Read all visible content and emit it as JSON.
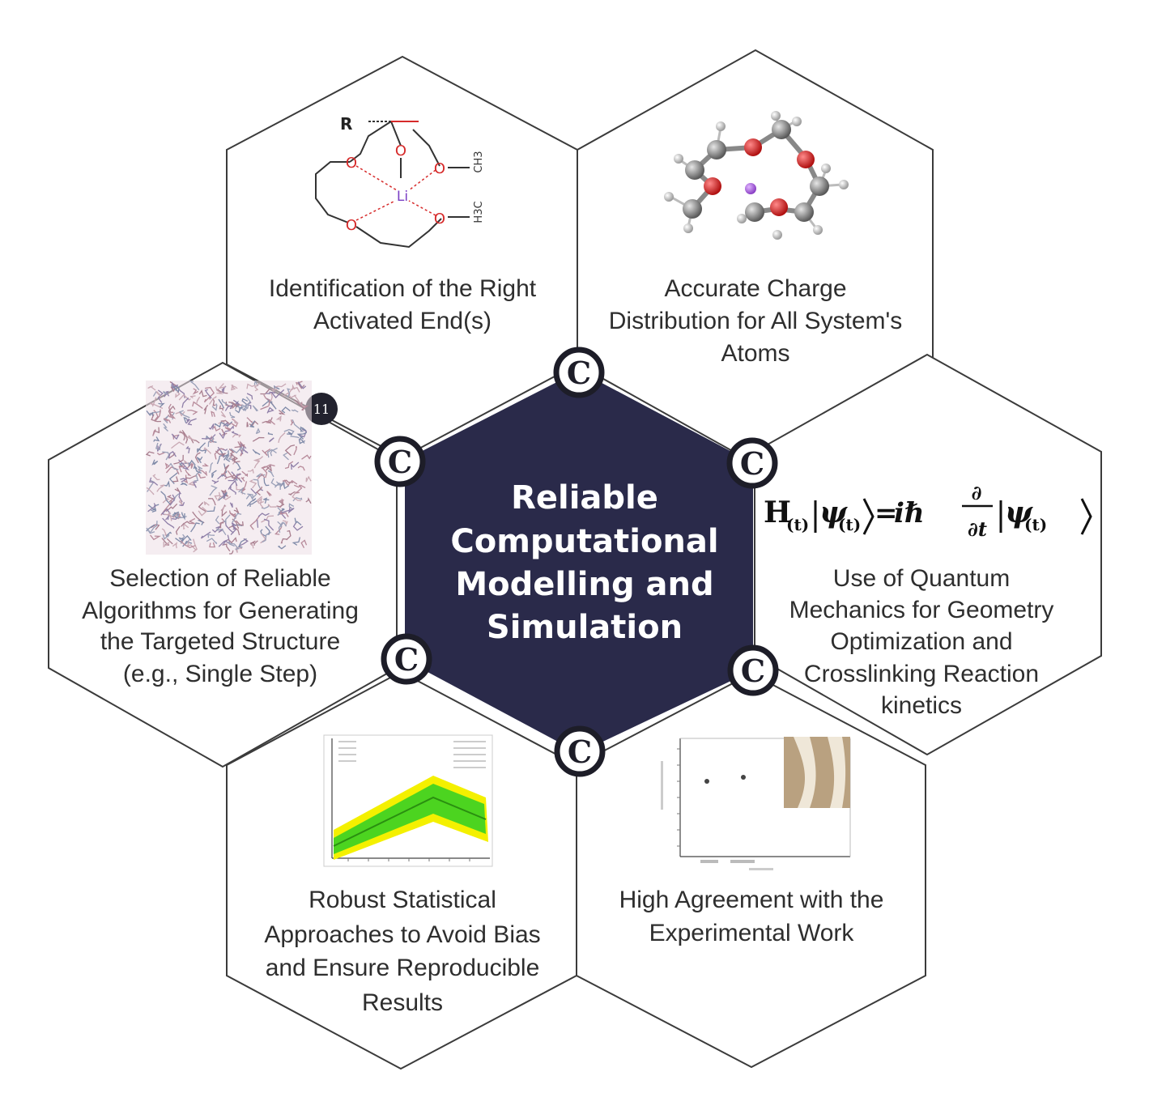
{
  "center": {
    "lines": [
      "Reliable",
      "Computational",
      "Modelling and",
      "Simulation"
    ],
    "fill_color": "#2a2a4a"
  },
  "connector_letter": "C",
  "badge_text": "11",
  "panels": {
    "top_left": {
      "lines": [
        "Identification of the Right",
        "Activated End(s)"
      ],
      "image": "crown-ether-li-structure"
    },
    "top_right": {
      "lines": [
        "Accurate Charge",
        "Distribution for All System's",
        "Atoms"
      ],
      "image": "ball-and-stick-molecule"
    },
    "left": {
      "lines": [
        "Selection of Reliable",
        "Algorithms for Generating",
        "the Targeted Structure",
        "(e.g., Single Step)"
      ],
      "image": "amorphous-polymer-cell"
    },
    "right": {
      "lines": [
        "Use of Quantum",
        "Mechanics for Geometry",
        "Optimization and",
        "Crosslinking Reaction",
        "kinetics"
      ],
      "image": "schrodinger-equation"
    },
    "bottom_left": {
      "lines": [
        "Robust Statistical",
        "Approaches to Avoid Bias",
        "and Ensure Reproducible",
        "Results"
      ],
      "image": "band-line-chart"
    },
    "bottom_right": {
      "lines": [
        "High Agreement with the",
        "Experimental Work"
      ],
      "image": "scatter-with-photo"
    }
  },
  "chem": {
    "r_group": "R",
    "metal": "Li",
    "oxygen": "O",
    "methyl_a": "CH3",
    "methyl_b": "H3C"
  },
  "equation": {
    "H": "H",
    "sub_t": "(t)",
    "psi": "ψ",
    "equals": "=",
    "ihbar": "iℏ",
    "partial": "∂",
    "partial_t": "∂t"
  },
  "colors": {
    "outline": "#3b3b3b",
    "oxygen_red": "#d62a2a",
    "carbon_gray": "#7a7a7a",
    "lithium_purple": "#9a4fd0",
    "band_yellow": "#f4f000",
    "band_green": "#4cd420"
  }
}
